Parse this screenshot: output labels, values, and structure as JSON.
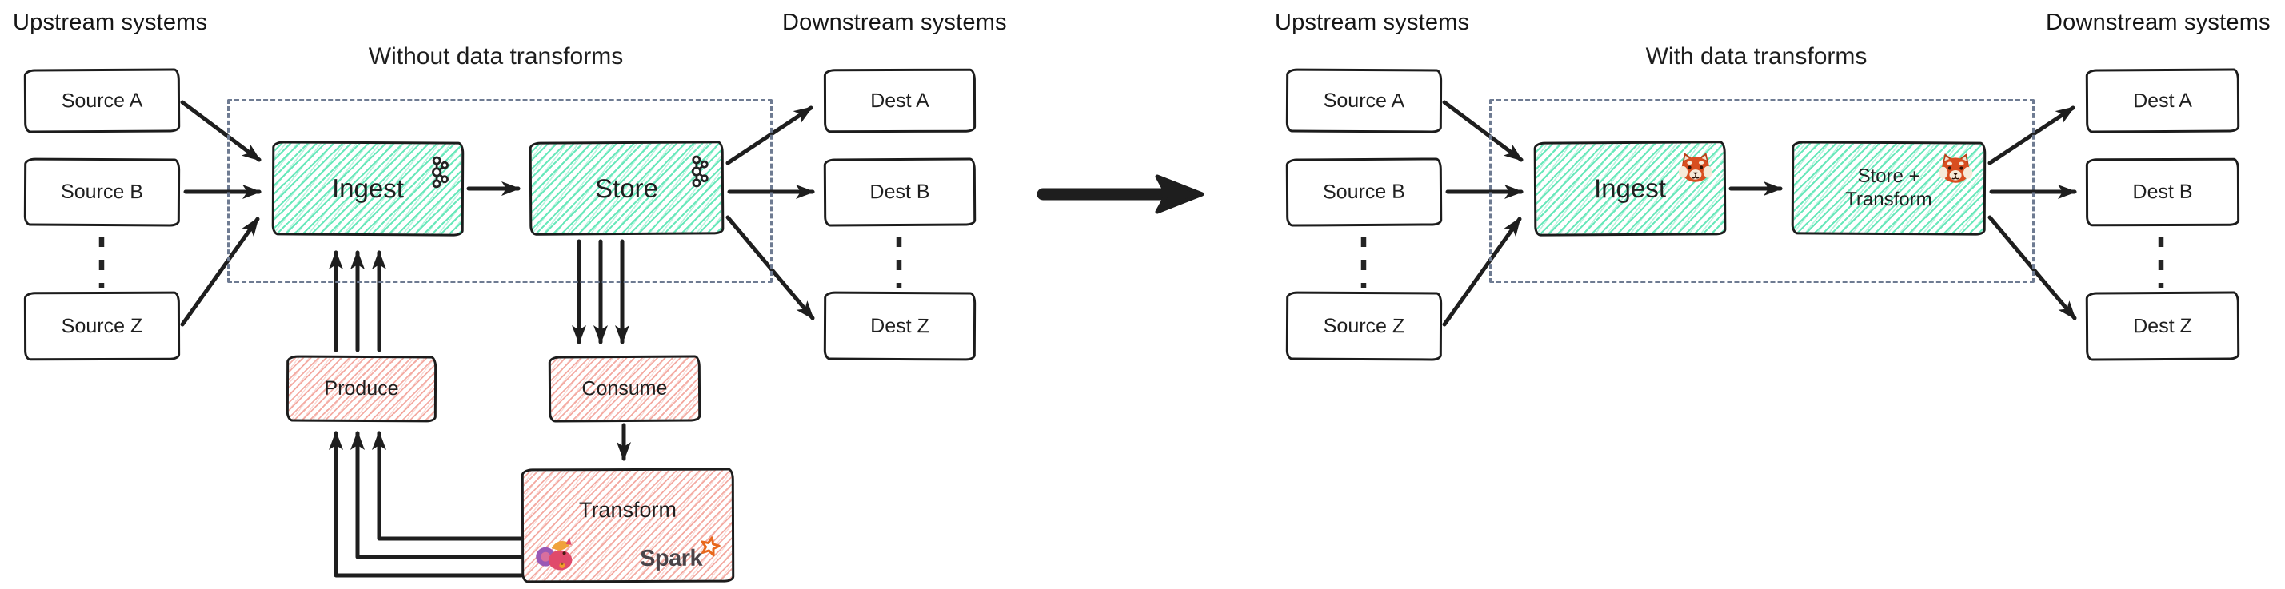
{
  "left": {
    "upstream_label": "Upstream systems",
    "title": "Without data transforms",
    "downstream_label": "Downstream systems",
    "sources": [
      {
        "label": "Source A"
      },
      {
        "label": "Source B"
      },
      {
        "label": "Source Z"
      }
    ],
    "dests": [
      {
        "label": "Dest A"
      },
      {
        "label": "Dest B"
      },
      {
        "label": "Dest Z"
      }
    ],
    "pipeline": {
      "ingest": "Ingest",
      "store": "Store"
    },
    "produce": "Produce",
    "consume": "Consume",
    "transform": "Transform",
    "spark_wordmark": "Spark"
  },
  "right": {
    "upstream_label": "Upstream systems",
    "title": "With data transforms",
    "downstream_label": "Downstream systems",
    "sources": [
      {
        "label": "Source A"
      },
      {
        "label": "Source B"
      },
      {
        "label": "Source Z"
      }
    ],
    "dests": [
      {
        "label": "Dest A"
      },
      {
        "label": "Dest B"
      },
      {
        "label": "Dest Z"
      }
    ],
    "pipeline": {
      "ingest": "Ingest",
      "store_transform_line1": "Store +",
      "store_transform_line2": "Transform"
    }
  },
  "icons": {
    "kafka": "kafka-icon",
    "redpanda": "redpanda-icon",
    "flink": "flink-squirrel-icon",
    "spark_star": "spark-star-icon"
  },
  "colors": {
    "teal_hatch": "#61e7b7",
    "red_hatch": "#f29e94",
    "box_border": "#1c1c1c",
    "arrow": "#1e1e1e",
    "dashed_region": "#6e7b92",
    "spark_orange": "#e8681c",
    "text": "#1f1f1f"
  }
}
